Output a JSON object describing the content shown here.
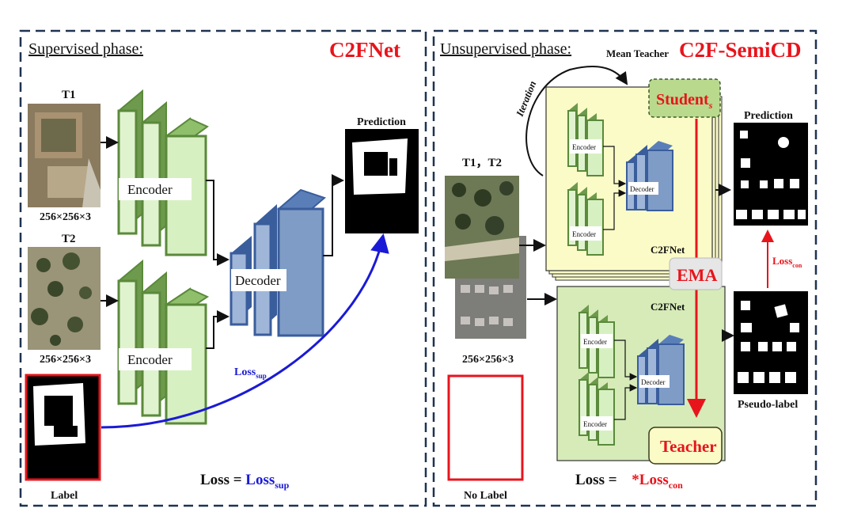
{
  "left_panel": {
    "phase_title": "Supervised phase:",
    "model_name": "C2FNet",
    "t1_label": "T1",
    "t1_size": "256×256×3",
    "t2_label": "T2",
    "t2_size": "256×256×3",
    "encoder_label": "Encoder",
    "decoder_label": "Decoder",
    "prediction_label": "Prediction",
    "label_caption": "Label",
    "loss_arrow_main": "Loss",
    "loss_arrow_sub": "sup",
    "loss_eq_left": "Loss = ",
    "loss_eq_main": "Loss",
    "loss_eq_sub": "sup"
  },
  "right_panel": {
    "phase_title": "Unsupervised phase:",
    "mean_teacher": "Mean Teacher",
    "model_name": "C2F-SemiCD",
    "iteration": "Iteration",
    "student_main": "Student",
    "student_sub": "s",
    "t1t2_label": "T1，T2",
    "encoder_label": "Encoder",
    "decoder_label": "Decoder",
    "c2fnet_top": "C2FNet",
    "c2fnet_bottom": "C2FNet",
    "ema": "EMA",
    "teacher": "Teacher",
    "prediction_label": "Prediction",
    "loss_con_main": "Loss",
    "loss_con_sub": "con",
    "pseudo_label": "Pseudo-label",
    "size_label": "256×256×3",
    "no_label": "No Label",
    "loss_eq_left": "Loss = ",
    "loss_eq_main": "*Loss",
    "loss_eq_sub": "con"
  },
  "colors": {
    "title_red": "#e8141c",
    "loss_blue": "#1a1ad6",
    "encoder_fill": "#d7f0c2",
    "encoder_stroke": "#5a8a3a",
    "decoder_fill": "#7f9cc6",
    "decoder_stroke": "#3a5d9c",
    "student_bg": "#fbfbc8",
    "teacher_bg": "#d6ebb8",
    "ema_red": "#e8141c"
  }
}
